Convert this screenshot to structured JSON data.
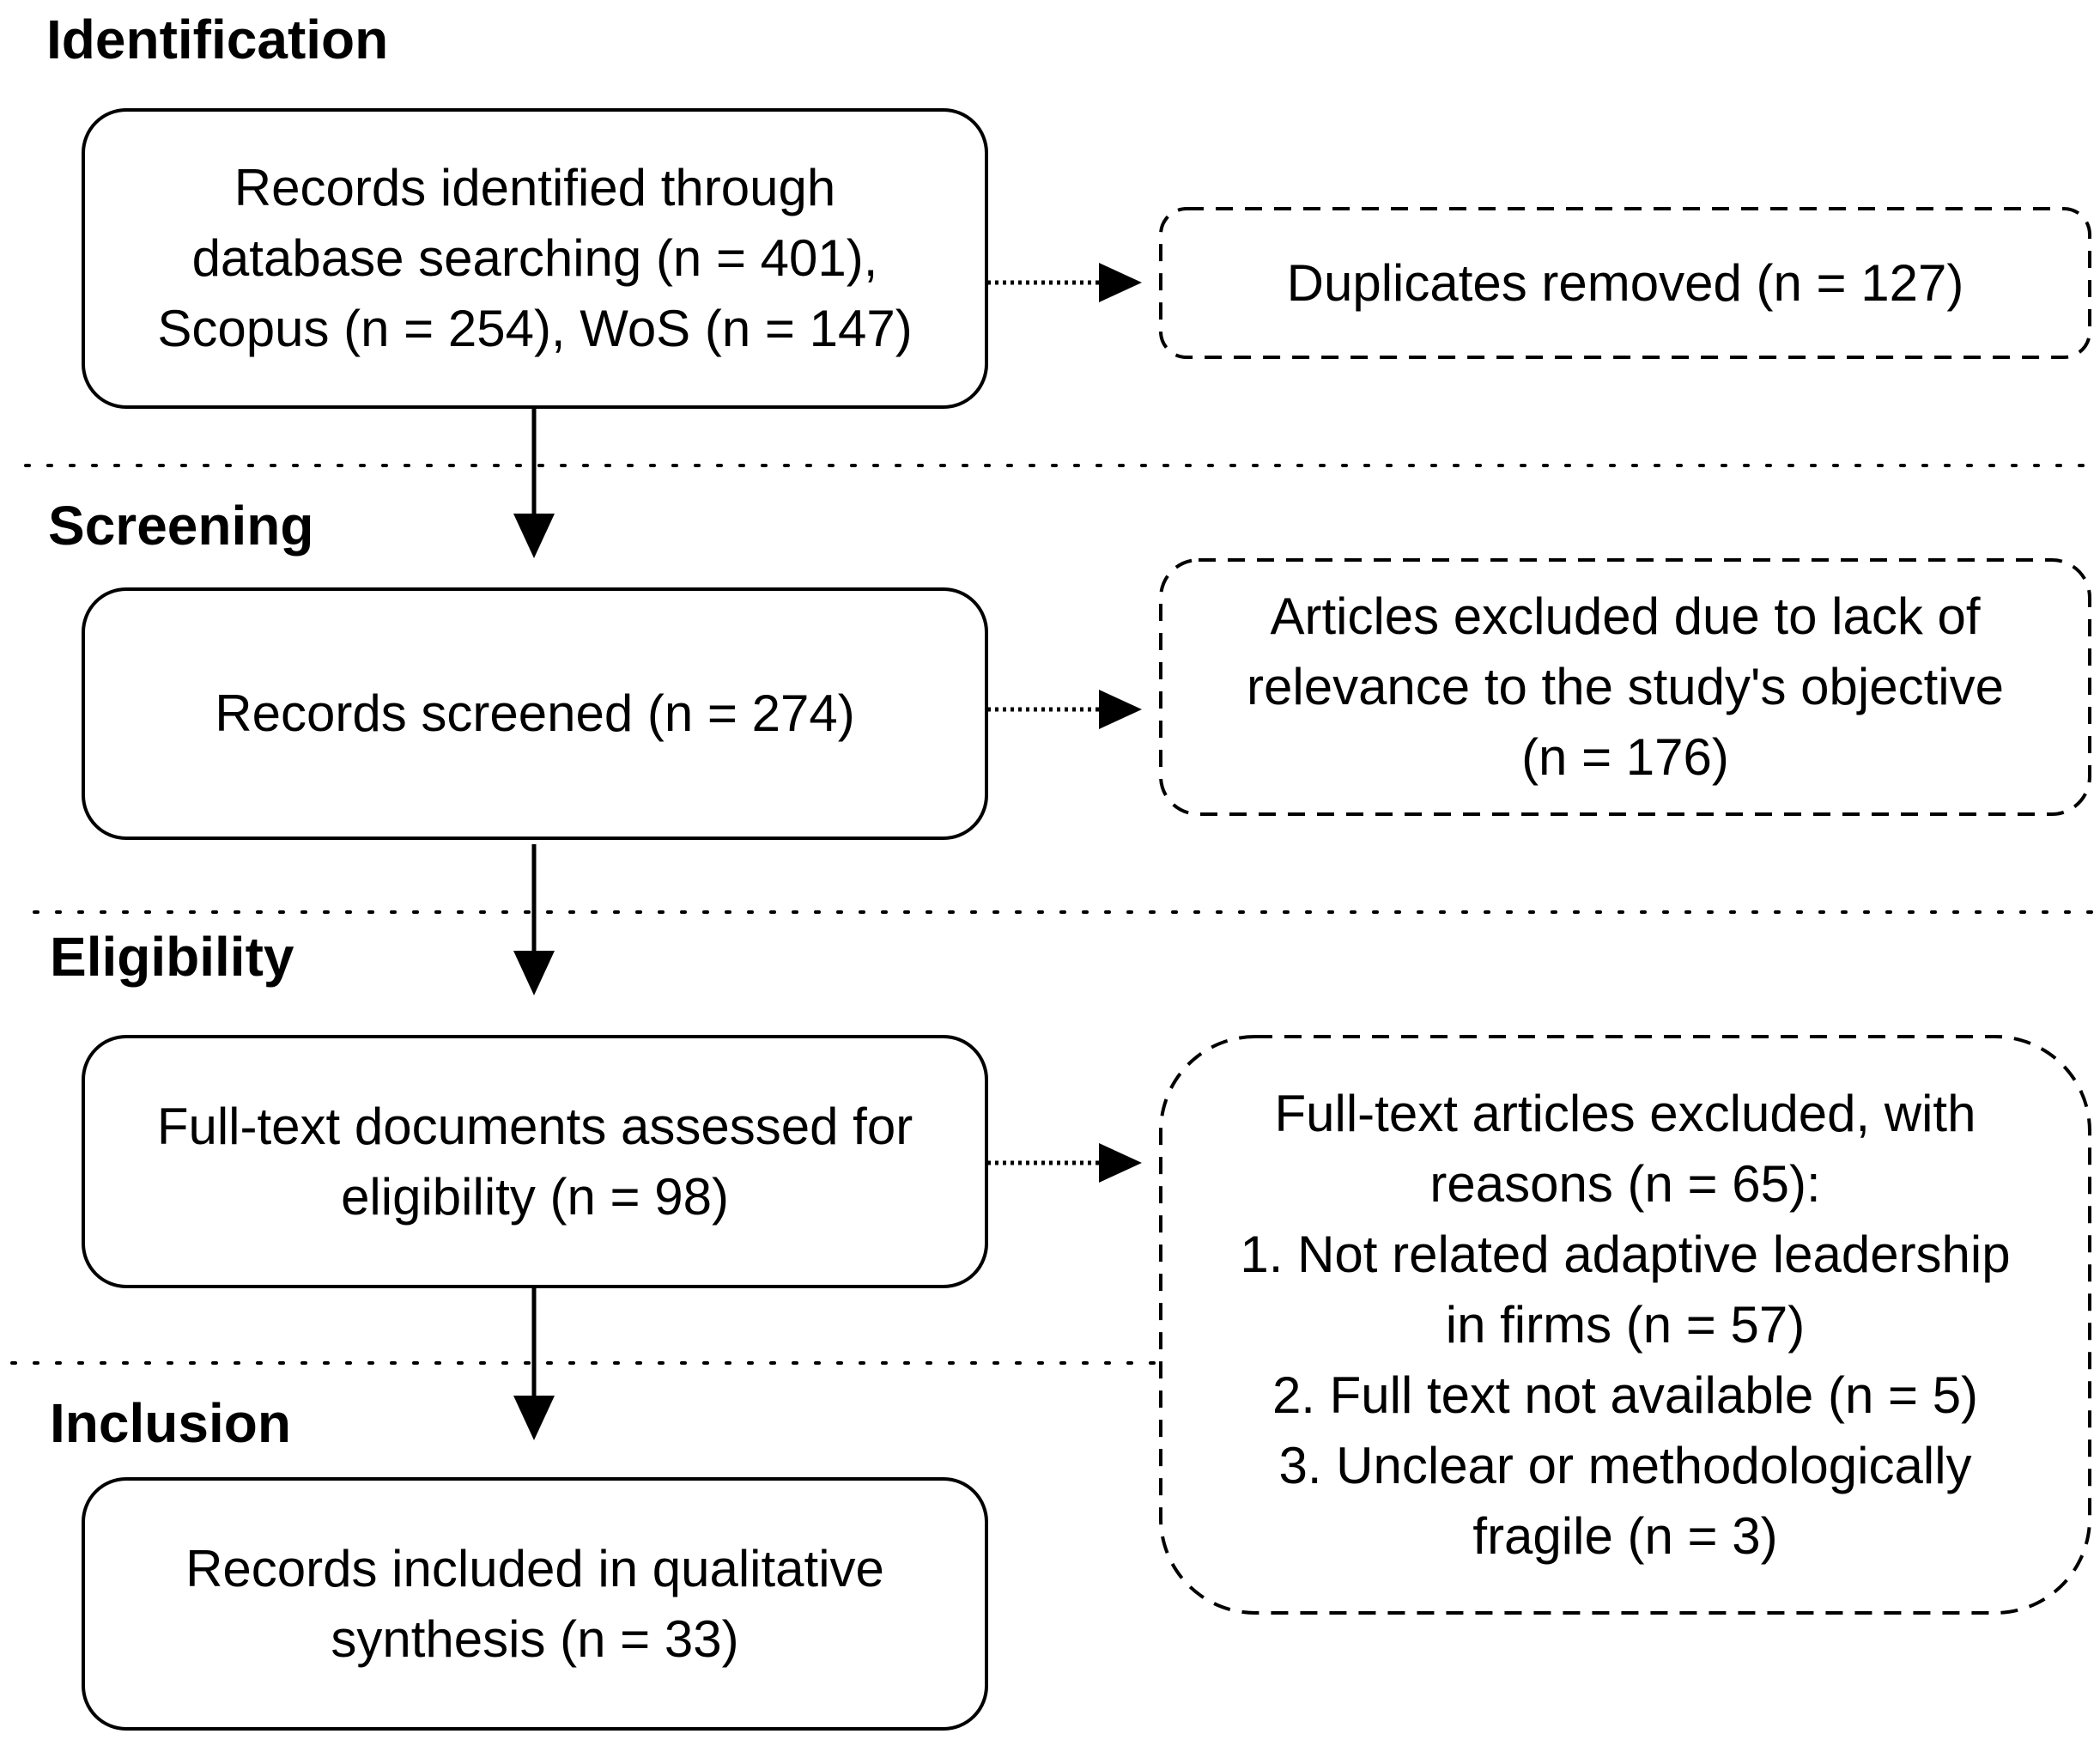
{
  "phases": {
    "identification": "Identification",
    "screening": "Screening",
    "eligibility": "Eligibility",
    "inclusion": "Inclusion"
  },
  "boxes": {
    "identified": [
      "Records identified through",
      "database searching (n = 401),",
      "Scopus (n = 254), WoS (n = 147)"
    ],
    "duplicates": [
      "Duplicates removed (n = 127)"
    ],
    "screened": [
      "Records screened (n = 274)"
    ],
    "excluded_relevance": [
      "Articles excluded due to lack of",
      "relevance to the study's objective",
      "(n = 176)"
    ],
    "full_text": [
      "Full-text documents assessed for",
      "eligibility (n = 98)"
    ],
    "excluded_full_text": [
      "Full-text articles excluded, with",
      "reasons (n = 65):",
      "1. Not related adaptive leadership",
      "in firms  (n = 57)",
      "2. Full text not available (n = 5)",
      "3. Unclear or methodologically",
      "fragile (n = 3)"
    ],
    "included": [
      "Records included in qualitative",
      "synthesis (n = 33)"
    ]
  }
}
